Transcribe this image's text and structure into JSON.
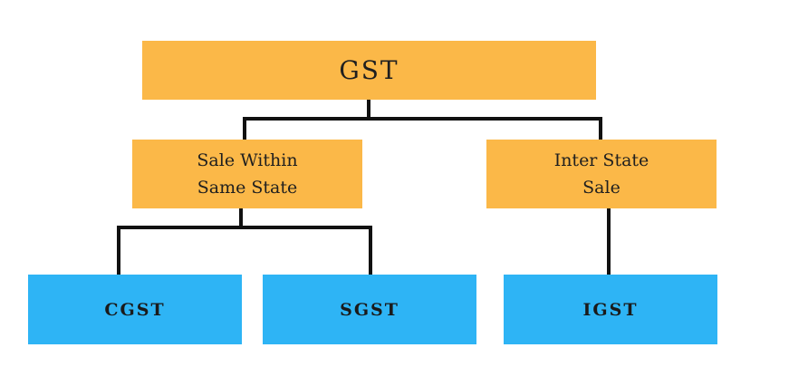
{
  "diagram": {
    "root": {
      "label": "GST"
    },
    "branches": [
      {
        "id": "within",
        "label": "Sale Within\nSame State",
        "children": [
          "CGST",
          "SGST"
        ]
      },
      {
        "id": "inter",
        "label": "Inter State\nSale",
        "children": [
          "IGST"
        ]
      }
    ],
    "leaves": {
      "cgst": "CGST",
      "sgst": "SGST",
      "igst": "IGST"
    },
    "colors": {
      "branch_fill": "#fbb848",
      "leaf_fill": "#2eb4f5",
      "connector": "#111111"
    }
  }
}
